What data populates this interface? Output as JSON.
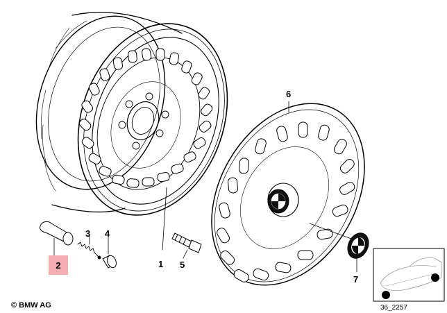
{
  "callouts": {
    "c1": "1",
    "c2": "2",
    "c3": "3",
    "c4": "4",
    "c5": "5",
    "c6": "6",
    "c7": "7"
  },
  "highlight_color": "#f4aeb2",
  "copyright": "© BMW AG",
  "diagram_id": "36_2257"
}
